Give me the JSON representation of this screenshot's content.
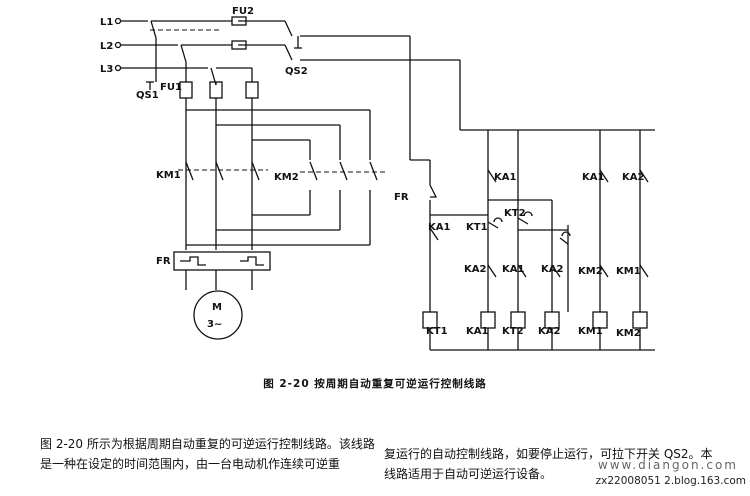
{
  "labels": {
    "L1": "L1",
    "L2": "L2",
    "L3": "L3",
    "FU2": "FU2",
    "QS2": "QS2",
    "QS1": "QS1",
    "FU1": "FU1",
    "KM1": "KM1",
    "KM2": "KM2",
    "FR": "FR",
    "motor_M": "M",
    "motor_phase": "3~",
    "KA1": "KA1",
    "KA2": "KA2",
    "KT1": "KT1",
    "KT2": "KT2"
  },
  "caption": "图 2-20   按周期自动重复可逆运行控制线路",
  "text": {
    "left": "图 2-20 所示为根据周期自动重复的可逆运行控制线路。该线路是一种在设定的时间范围内，由一台电动机作连续可逆重",
    "right": "复运行的自动控制线路，如要停止运行，可拉下开关 QS2。本线路适用于自动可逆运行设备。"
  },
  "watermark": {
    "site": "www.diangon.com",
    "blog": "zx22008051 2.blog.163.com"
  }
}
